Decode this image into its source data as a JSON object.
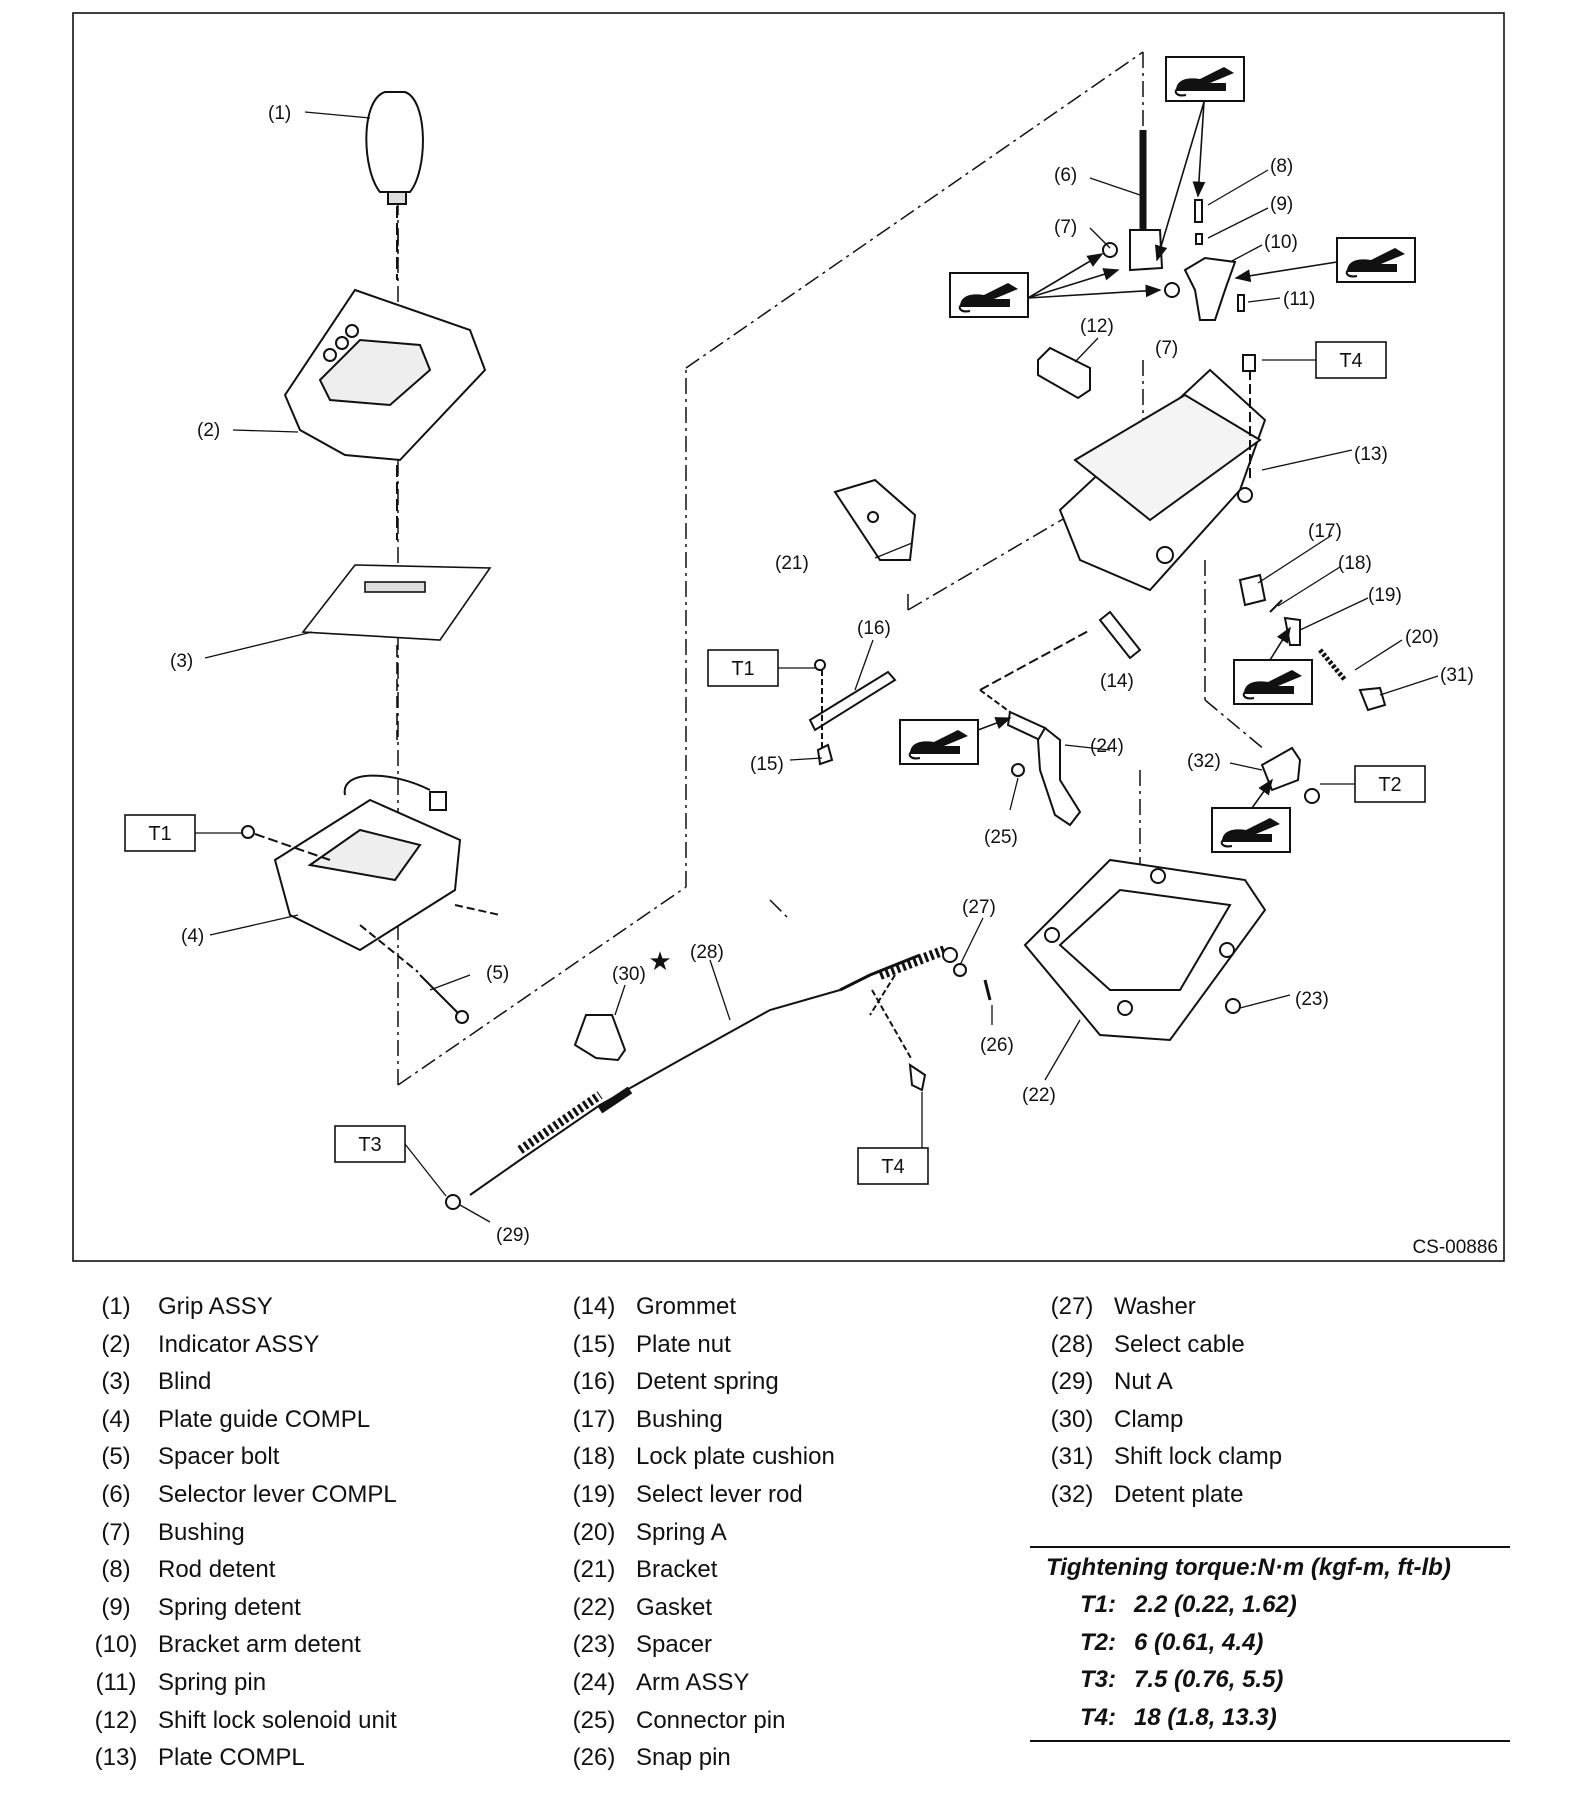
{
  "diagram": {
    "code": "CS-00886",
    "callouts": [
      "(1)",
      "(2)",
      "(3)",
      "(4)",
      "(5)",
      "(6)",
      "(7)",
      "(7)",
      "(8)",
      "(9)",
      "(10)",
      "(11)",
      "(12)",
      "(13)",
      "(14)",
      "(15)",
      "(16)",
      "(17)",
      "(18)",
      "(19)",
      "(20)",
      "(21)",
      "(22)",
      "(23)",
      "(24)",
      "(25)",
      "(26)",
      "(27)",
      "(28)",
      "(29)",
      "(30)",
      "(31)",
      "(32)"
    ],
    "torque_boxes": [
      "T1",
      "T1",
      "T2",
      "T3",
      "T4",
      "T4"
    ],
    "star": "★"
  },
  "legend": [
    [
      {
        "num": "(1)",
        "name": "Grip ASSY"
      },
      {
        "num": "(2)",
        "name": "Indicator ASSY"
      },
      {
        "num": "(3)",
        "name": "Blind"
      },
      {
        "num": "(4)",
        "name": "Plate guide COMPL"
      },
      {
        "num": "(5)",
        "name": "Spacer bolt"
      },
      {
        "num": "(6)",
        "name": "Selector lever COMPL"
      },
      {
        "num": "(7)",
        "name": "Bushing"
      },
      {
        "num": "(8)",
        "name": "Rod detent"
      },
      {
        "num": "(9)",
        "name": "Spring detent"
      },
      {
        "num": "(10)",
        "name": "Bracket arm detent"
      },
      {
        "num": "(11)",
        "name": "Spring pin"
      },
      {
        "num": "(12)",
        "name": "Shift lock solenoid unit"
      },
      {
        "num": "(13)",
        "name": "Plate COMPL"
      }
    ],
    [
      {
        "num": "(14)",
        "name": "Grommet"
      },
      {
        "num": "(15)",
        "name": "Plate nut"
      },
      {
        "num": "(16)",
        "name": "Detent spring"
      },
      {
        "num": "(17)",
        "name": "Bushing"
      },
      {
        "num": "(18)",
        "name": "Lock plate cushion"
      },
      {
        "num": "(19)",
        "name": "Select lever rod"
      },
      {
        "num": "(20)",
        "name": "Spring A"
      },
      {
        "num": "(21)",
        "name": "Bracket"
      },
      {
        "num": "(22)",
        "name": "Gasket"
      },
      {
        "num": "(23)",
        "name": "Spacer"
      },
      {
        "num": "(24)",
        "name": "Arm ASSY"
      },
      {
        "num": "(25)",
        "name": "Connector pin"
      },
      {
        "num": "(26)",
        "name": "Snap pin"
      }
    ],
    [
      {
        "num": "(27)",
        "name": "Washer"
      },
      {
        "num": "(28)",
        "name": "Select cable"
      },
      {
        "num": "(29)",
        "name": "Nut A"
      },
      {
        "num": "(30)",
        "name": "Clamp"
      },
      {
        "num": "(31)",
        "name": "Shift lock clamp"
      },
      {
        "num": "(32)",
        "name": "Detent plate"
      }
    ]
  ],
  "torque": {
    "title": "Tightening torque:N·m (kgf-m, ft-lb)",
    "rows": [
      {
        "key": "T1:",
        "value": "2.2 (0.22, 1.62)"
      },
      {
        "key": "T2:",
        "value": "6 (0.61, 4.4)"
      },
      {
        "key": "T3:",
        "value": "7.5 (0.76, 5.5)"
      },
      {
        "key": "T4:",
        "value": "18 (1.8, 13.3)"
      }
    ]
  }
}
